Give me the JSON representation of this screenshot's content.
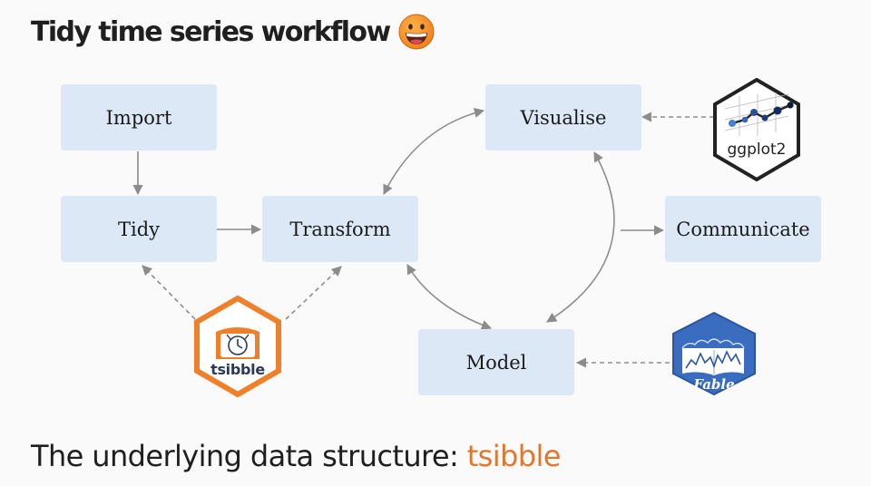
{
  "title": "Tidy time series workflow",
  "title_emoji": "grinning-face-emoji",
  "nodes": {
    "import": "Import",
    "tidy": "Tidy",
    "transform": "Transform",
    "visualise": "Visualise",
    "communicate": "Communicate",
    "model": "Model"
  },
  "logos": {
    "ggplot2": "ggplot2",
    "tsibble": "tsibble",
    "fable": "Fable"
  },
  "footer": {
    "text": "The underlying data structure: ",
    "highlight": "tsibble"
  },
  "colors": {
    "node_fill": "#dde8f7",
    "arrow": "#8c8c8c",
    "accent": "#e1772d",
    "tsibble_orange": "#f07f2a",
    "fable_blue": "#3a6cc0",
    "ggplot2_dark": "#222222",
    "ggplot2_blue": "#4a7fd6"
  }
}
